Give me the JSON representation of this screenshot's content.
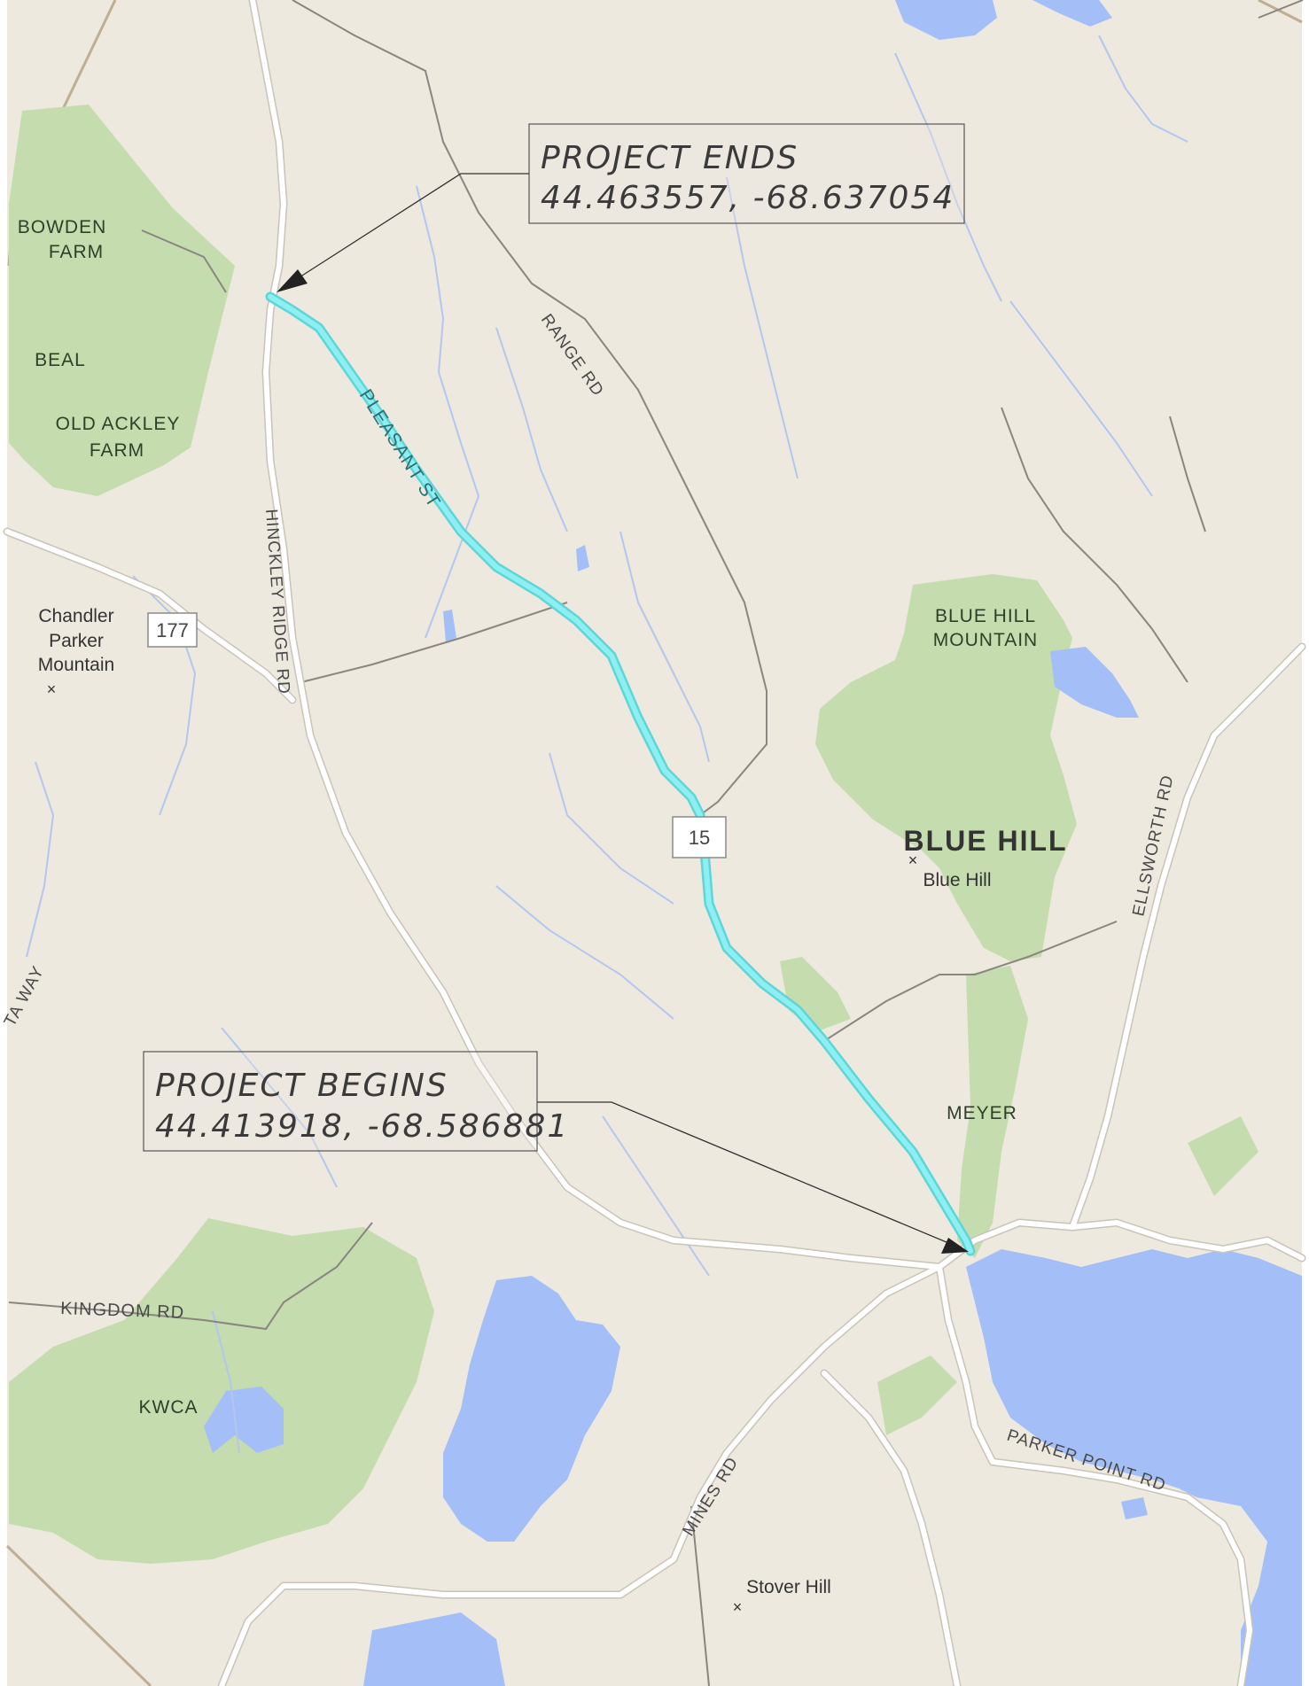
{
  "map": {
    "route_label": "PLEASANT ST",
    "callout_end": {
      "title": "PROJECT ENDS",
      "coords": "44.463557, -68.637054"
    },
    "callout_begin": {
      "title": "PROJECT BEGINS",
      "coords": "44.413918, -68.586881"
    },
    "roads": {
      "range": "RANGE RD",
      "hinckley": "HINCKLEY RIDGE RD",
      "ellsworth": "ELLSWORTH RD",
      "kingdom": "KINGDOM RD",
      "mines": "MINES RD",
      "parker_point": "PARKER POINT RD",
      "ta_way": "TA WAY"
    },
    "shields": {
      "route177": "177",
      "route15": "15"
    },
    "areas": {
      "bowden_1": "BOWDEN",
      "bowden_2": "FARM",
      "beal": "BEAL",
      "oldackley_1": "OLD ACKLEY",
      "oldackley_2": "FARM",
      "bluehill_mtn_1": "BLUE HILL",
      "bluehill_mtn_2": "MOUNTAIN",
      "meyer": "MEYER",
      "kwca": "KWCA"
    },
    "places": {
      "town": "BLUE HILL",
      "bluehill_peak": "Blue Hill",
      "chandler_1": "Chandler",
      "chandler_2": "Parker",
      "chandler_3": "Mountain",
      "stover": "Stover Hill"
    },
    "colors": {
      "land": "#ede9df",
      "park": "#c4dcae",
      "water": "#a4bff7",
      "highlight": "#7de7ea",
      "road": "#ffffff",
      "town_line": "#b5a48c"
    }
  }
}
